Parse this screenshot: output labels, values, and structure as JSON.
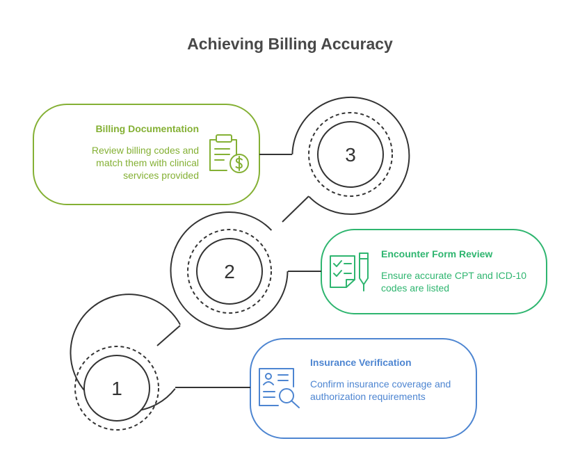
{
  "title": "Achieving Billing Accuracy",
  "colors": {
    "billing": "#84b034",
    "encounter": "#2eb56f",
    "insurance": "#4d85d1",
    "stroke": "#333333"
  },
  "steps": [
    {
      "number": "1",
      "title": "Insurance Verification",
      "description": "Confirm insurance coverage and authorization requirements",
      "icon": "id-card-search-icon"
    },
    {
      "number": "2",
      "title": "Encounter Form Review",
      "description": "Ensure accurate CPT and ICD-10 codes are listed",
      "icon": "checklist-pen-icon"
    },
    {
      "number": "3",
      "title": "Billing Documentation",
      "description": "Review billing codes and match them with clinical services provided",
      "icon": "clipboard-dollar-icon"
    }
  ]
}
